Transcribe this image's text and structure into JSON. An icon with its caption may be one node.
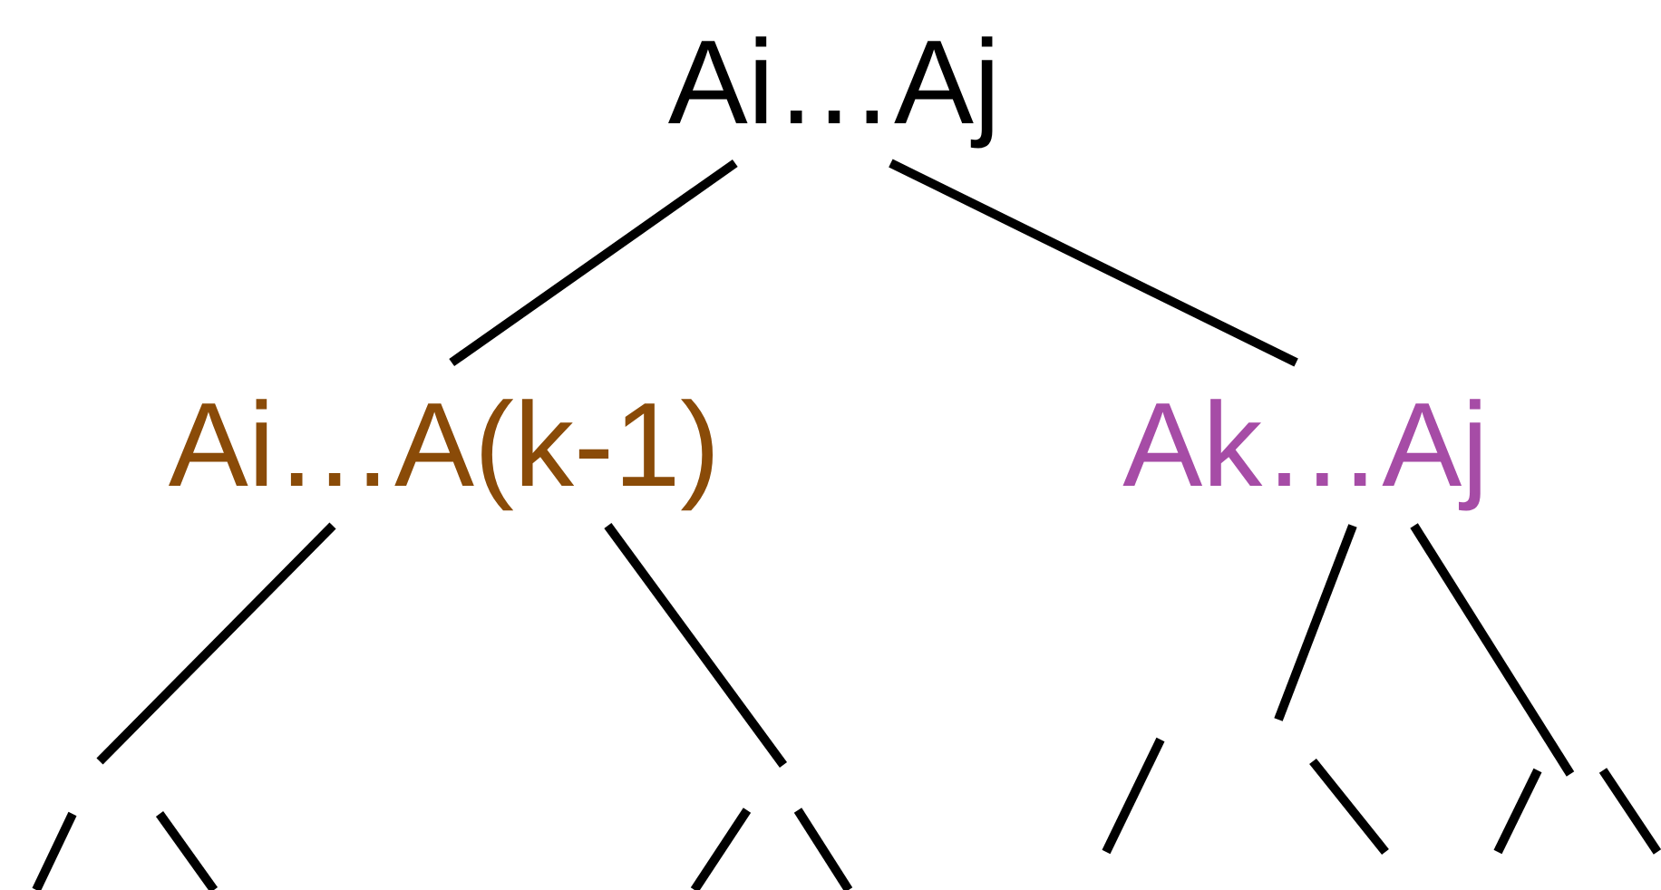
{
  "diagram": {
    "nodes": [
      {
        "text": [
          "Ai…Aj"
        ]
      },
      {
        "text": [
          "Ai…A(k-1)"
        ]
      },
      {
        "text": [
          "Ak…Aj"
        ]
      }
    ],
    "edges": [
      {
        "from": 0,
        "to": 1,
        "arrow": "none"
      },
      {
        "from": 0,
        "to": 2,
        "arrow": "none"
      },
      {
        "from": 1,
        "to": null,
        "arrow": "none"
      },
      {
        "from": 1,
        "to": null,
        "arrow": "none"
      },
      {
        "from": 2,
        "to": null,
        "arrow": "none"
      },
      {
        "from": 2,
        "to": null,
        "arrow": "none"
      }
    ]
  }
}
